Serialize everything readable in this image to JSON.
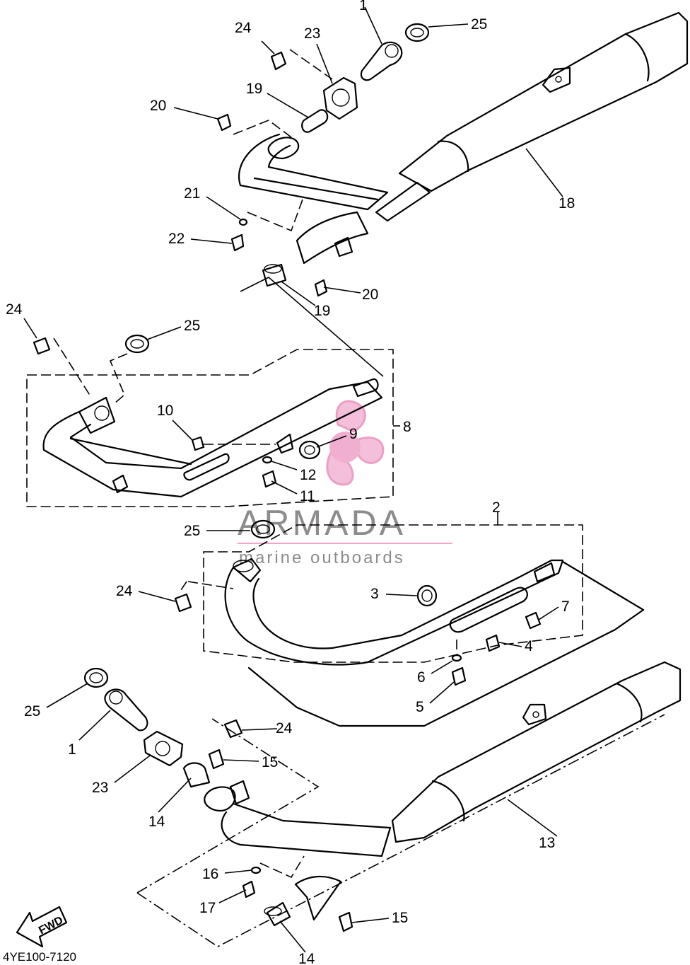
{
  "diagram": {
    "drawing_code": "4YE100-7120",
    "direction_marker": "FWD",
    "callouts": [
      {
        "id": "c1a",
        "text": "1"
      },
      {
        "id": "c25a",
        "text": "25"
      },
      {
        "id": "c24a",
        "text": "24"
      },
      {
        "id": "c23a",
        "text": "23"
      },
      {
        "id": "c19a",
        "text": "19"
      },
      {
        "id": "c20a",
        "text": "20"
      },
      {
        "id": "c18",
        "text": "18"
      },
      {
        "id": "c21",
        "text": "21"
      },
      {
        "id": "c22",
        "text": "22"
      },
      {
        "id": "c20b",
        "text": "20"
      },
      {
        "id": "c19b",
        "text": "19"
      },
      {
        "id": "c24b",
        "text": "24"
      },
      {
        "id": "c25b",
        "text": "25"
      },
      {
        "id": "c10",
        "text": "10"
      },
      {
        "id": "c9",
        "text": "9"
      },
      {
        "id": "c8",
        "text": "8"
      },
      {
        "id": "c12",
        "text": "12"
      },
      {
        "id": "c11",
        "text": "11"
      },
      {
        "id": "c2",
        "text": "2"
      },
      {
        "id": "c25c",
        "text": "25"
      },
      {
        "id": "c24c",
        "text": "24"
      },
      {
        "id": "c3",
        "text": "3"
      },
      {
        "id": "c7",
        "text": "7"
      },
      {
        "id": "c4",
        "text": "4"
      },
      {
        "id": "c6",
        "text": "6"
      },
      {
        "id": "c5",
        "text": "5"
      },
      {
        "id": "c25d",
        "text": "25"
      },
      {
        "id": "c24d",
        "text": "24"
      },
      {
        "id": "c1b",
        "text": "1"
      },
      {
        "id": "c15a",
        "text": "15"
      },
      {
        "id": "c23b",
        "text": "23"
      },
      {
        "id": "c14a",
        "text": "14"
      },
      {
        "id": "c13",
        "text": "13"
      },
      {
        "id": "c16",
        "text": "16"
      },
      {
        "id": "c17",
        "text": "17"
      },
      {
        "id": "c15b",
        "text": "15"
      },
      {
        "id": "c14b",
        "text": "14"
      }
    ]
  },
  "watermark": {
    "brand": "ARMADA",
    "tagline": "marine outboards",
    "logo_color": "#f0a6cc"
  }
}
